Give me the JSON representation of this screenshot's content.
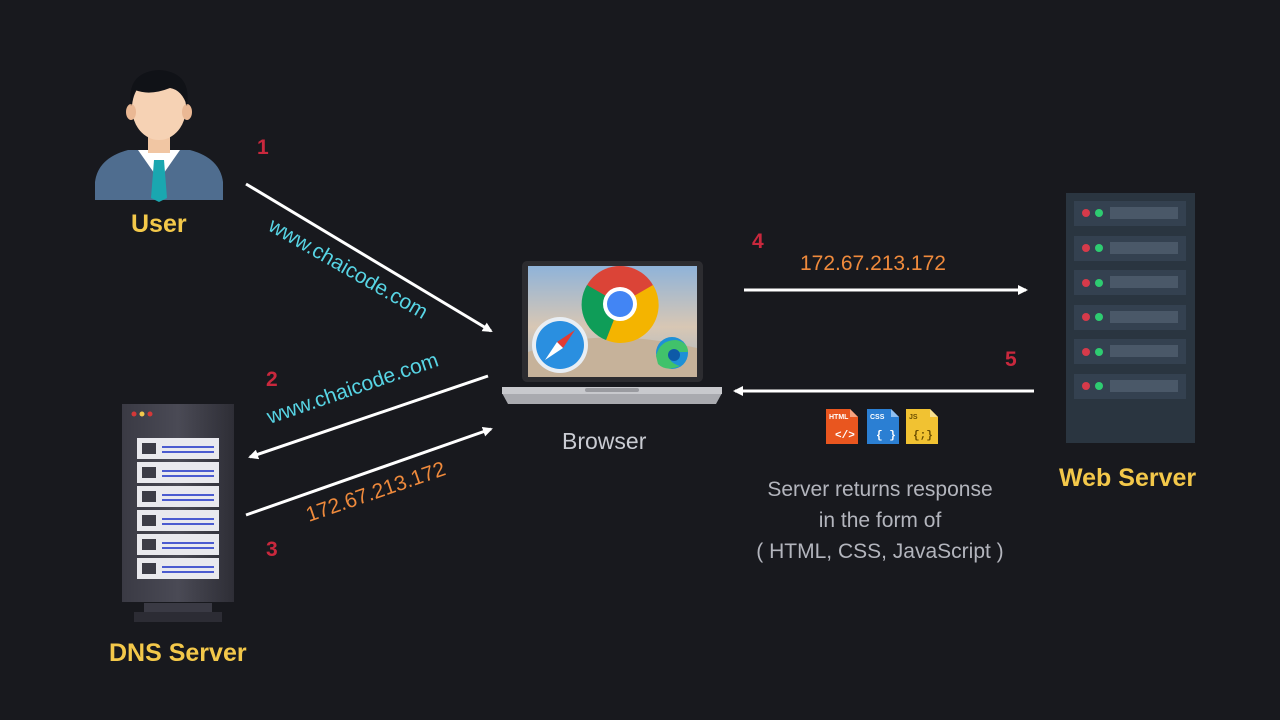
{
  "nodes": {
    "user": "User",
    "browser": "Browser",
    "dns_server": "DNS Server",
    "web_server": "Web Server"
  },
  "steps": [
    "1",
    "2",
    "3",
    "4",
    "5"
  ],
  "messages": {
    "request_domain": "www.chaicode.com",
    "dns_query_domain": "www.chaicode.com",
    "dns_response_ip": "172.67.213.172",
    "web_request_ip": "172.67.213.172"
  },
  "response_note": {
    "line1": "Server returns response",
    "line2": "in the form of",
    "line3": "( HTML, CSS, JavaScript )"
  },
  "file_icons": [
    {
      "name": "HTML",
      "color": "#e9561f"
    },
    {
      "name": "CSS",
      "color": "#2b7fd3"
    },
    {
      "name": "JS",
      "color": "#f1c232"
    }
  ],
  "colors": {
    "background": "#18191e",
    "node_label": "#f3c84a",
    "step_number": "#c9283d",
    "domain_text": "#57d4e4",
    "ip_text": "#ef8a3c",
    "arrow": "#ffffff"
  }
}
